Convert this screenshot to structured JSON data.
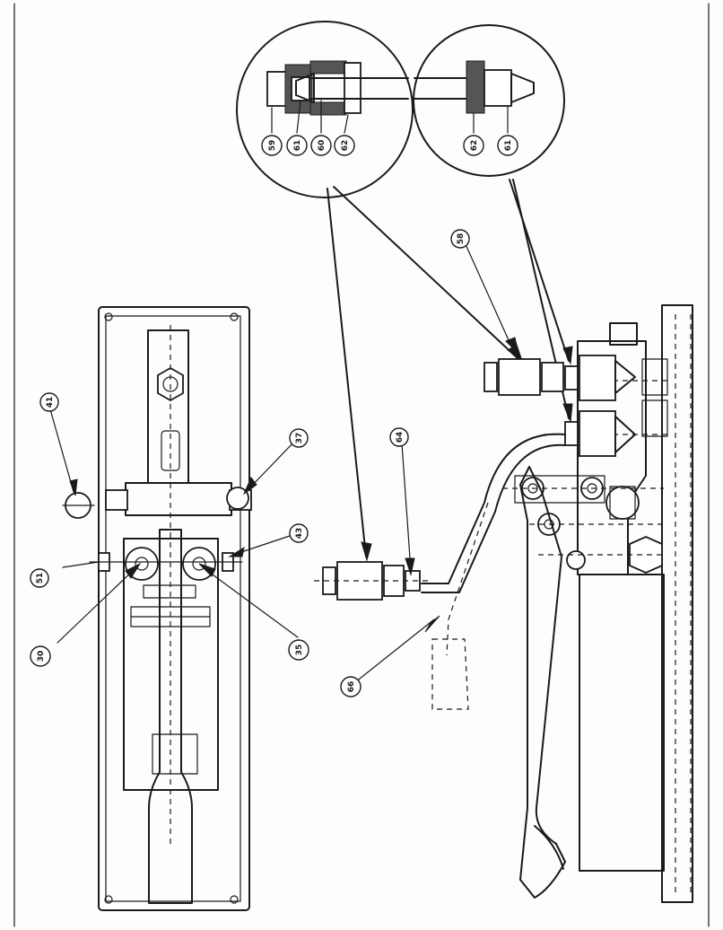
{
  "callouts": {
    "c59": "59",
    "c61a": "61",
    "c60": "60",
    "c62a": "62",
    "c62b": "62",
    "c61b": "61",
    "c58": "58",
    "c64": "64",
    "c66": "66",
    "c41": "41",
    "c37": "37",
    "c51": "51",
    "c43": "43",
    "c30": "30",
    "c35": "35"
  }
}
